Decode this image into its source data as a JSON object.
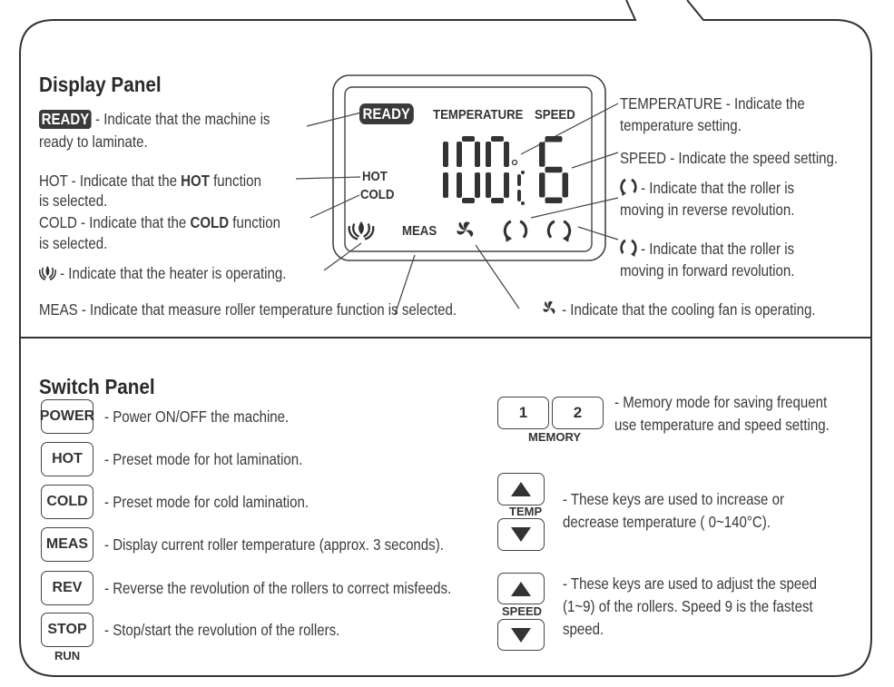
{
  "display_panel": {
    "title": "Display Panel",
    "ready_badge": "READY",
    "ready_desc": " - Indicate that the machine is",
    "ready_desc2": "ready to laminate.",
    "hot_desc_a": "HOT - Indicate that the ",
    "hot_desc_b": "HOT",
    "hot_desc_c": " function",
    "hot_desc2": "is selected.",
    "cold_desc_a": "COLD - Indicate that the ",
    "cold_desc_b": "COLD",
    "cold_desc_c": " function",
    "cold_desc2": "is selected.",
    "heater_desc": " - Indicate that the heater is operating.",
    "meas_desc": "MEAS - Indicate that measure roller temperature function is selected.",
    "temperature_desc": "TEMPERATURE - Indicate the",
    "temperature_desc2": "temperature setting.",
    "speed_desc": "SPEED - Indicate the speed setting.",
    "reverse_desc": " - Indicate that the roller is",
    "reverse_desc2": "moving in reverse revolution.",
    "forward_desc": " - Indicate that the roller is",
    "forward_desc2": "moving in forward revolution.",
    "fan_desc": " - Indicate that the cooling fan is operating.",
    "lcd": {
      "ready": "READY",
      "temperature": "TEMPERATURE",
      "speed": "SPEED",
      "hot": "HOT",
      "cold": "COLD",
      "meas": "MEAS",
      "temperature_value": "100",
      "unit": "C",
      "speed_value": "6"
    }
  },
  "switch_panel": {
    "title": "Switch Panel",
    "buttons": [
      {
        "label": "POWER",
        "desc": "- Power ON/OFF the machine."
      },
      {
        "label": "HOT",
        "desc": "- Preset mode for hot lamination."
      },
      {
        "label": "COLD",
        "desc": "- Preset mode for cold lamination."
      },
      {
        "label": "MEAS",
        "desc": "- Display current roller temperature (approx. 3 seconds)."
      },
      {
        "label": "REV",
        "desc": "- Reverse the revolution of the rollers to correct misfeeds."
      },
      {
        "label": "STOP",
        "sublabel": "RUN",
        "desc": "- Stop/start the revolution of the rollers."
      }
    ],
    "memory": {
      "key1": "1",
      "key2": "2",
      "label": "MEMORY",
      "desc": "- Memory mode for saving frequent",
      "desc2": "use temperature and speed setting."
    },
    "temp": {
      "label": "TEMP",
      "desc": "- These keys are used to increase or",
      "desc2": "decrease temperature ( 0~140°C)."
    },
    "speed": {
      "label": "SPEED",
      "desc": "- These keys are used to adjust the speed",
      "desc2": "(1~9) of the rollers. Speed 9 is the fastest",
      "desc3": "speed."
    }
  },
  "colors": {
    "ink": "#333333",
    "badge": "#3a3a3a"
  }
}
